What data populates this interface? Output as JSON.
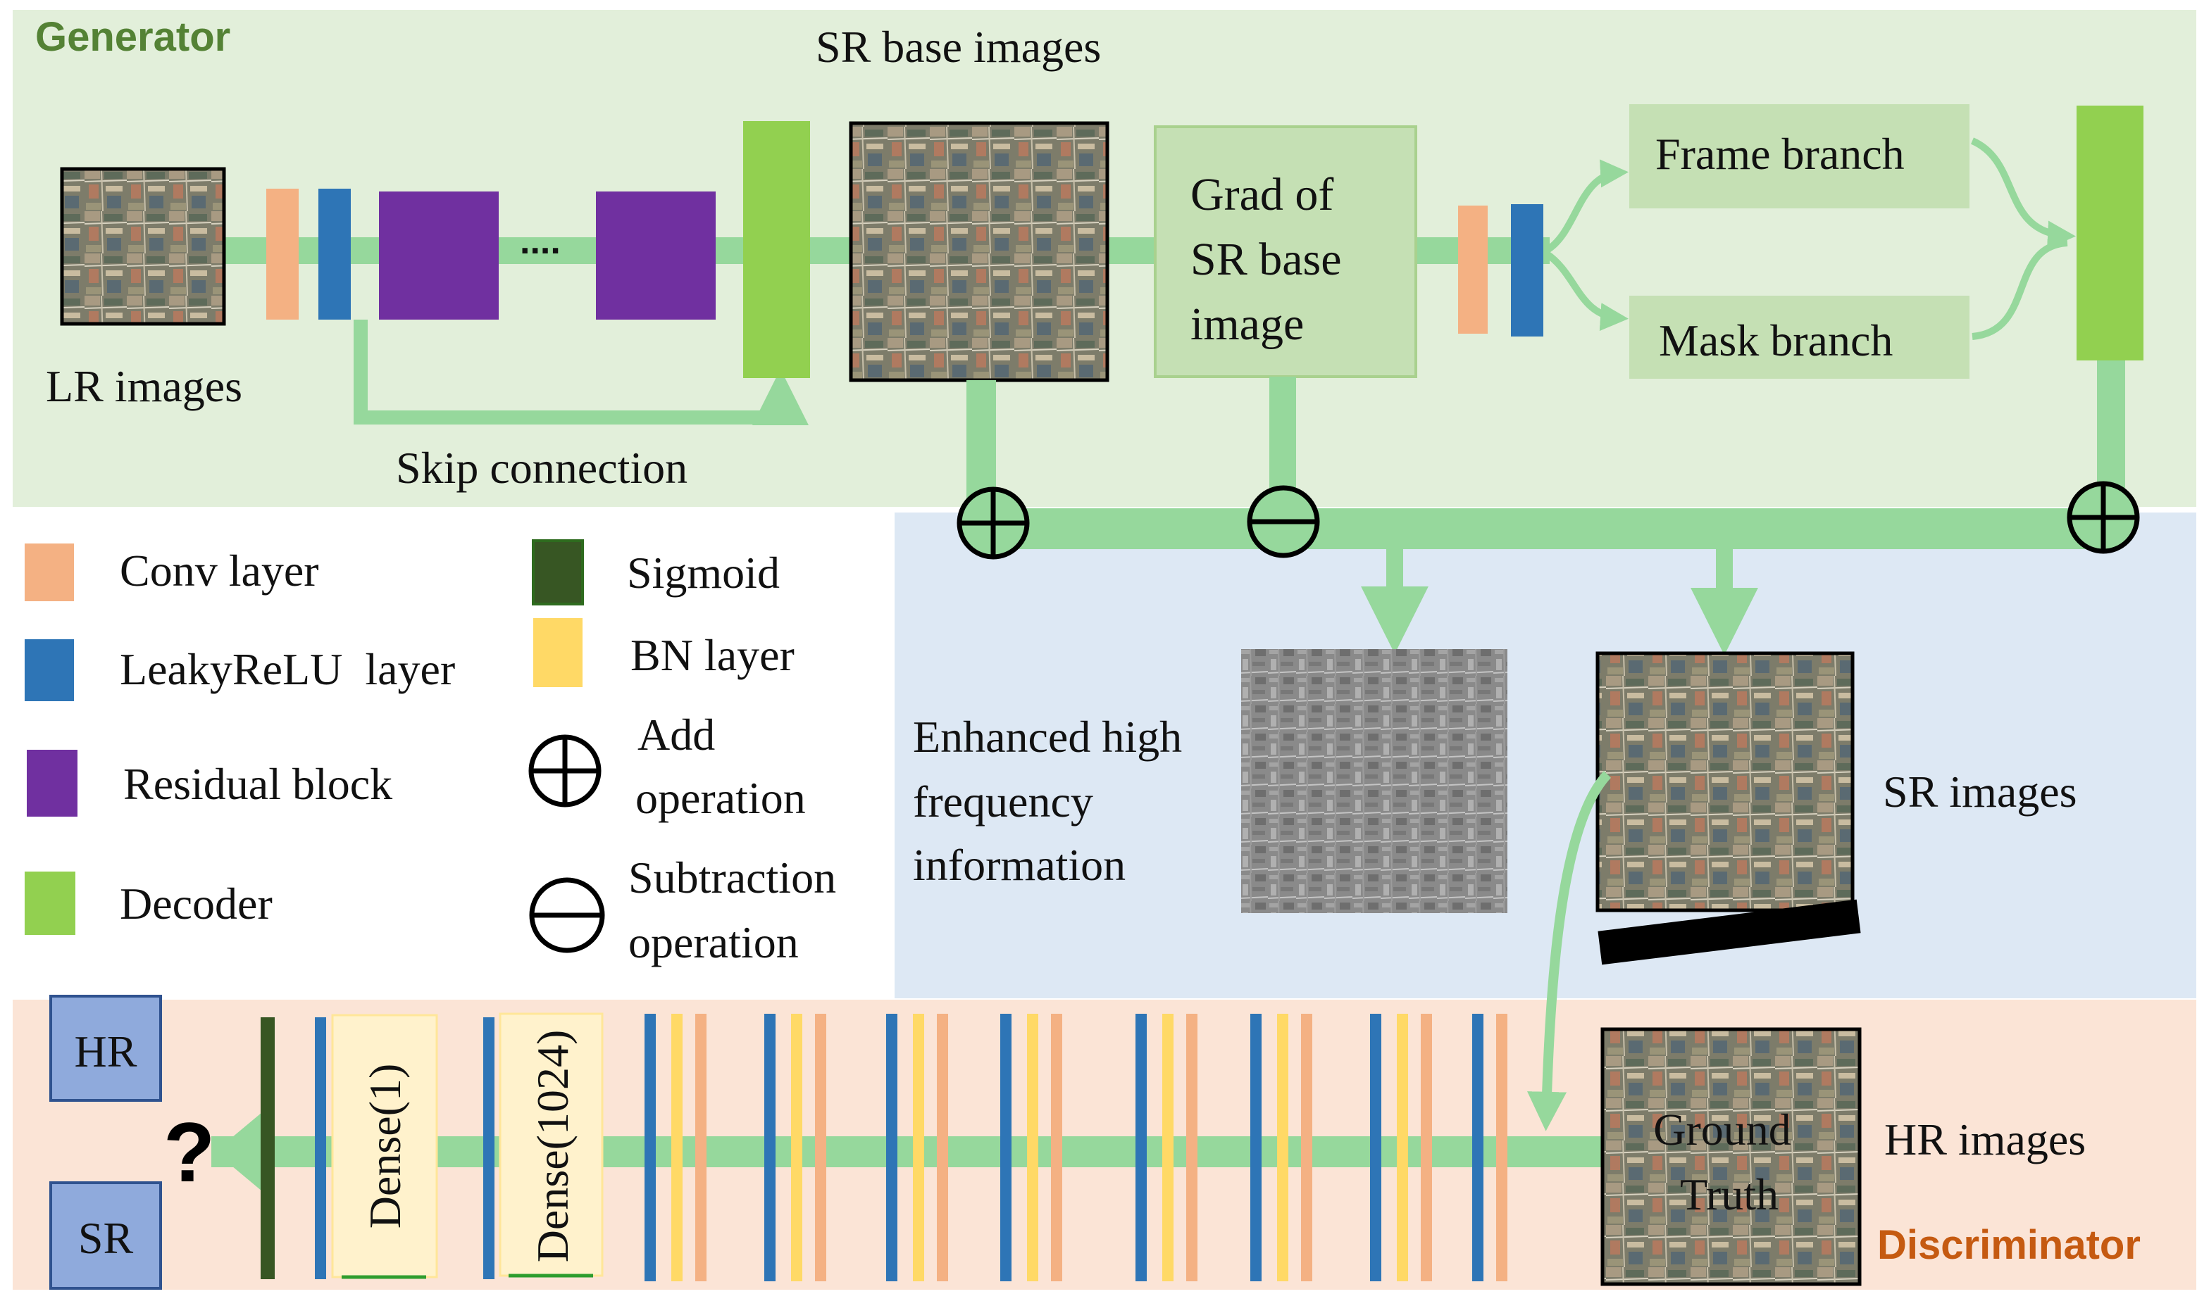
{
  "generator": {
    "title": "Generator",
    "lr_images_label": "LR images",
    "ellipsis": "....",
    "skip_connection_label": "Skip connection",
    "sr_base_images_label": "SR base images",
    "grad_box_lines": [
      "Grad of",
      "SR base",
      "image"
    ],
    "frame_branch_label": "Frame branch",
    "mask_branch_label": "Mask branch"
  },
  "legend": {
    "conv": "Conv layer",
    "leaky": "LeakyReLU  layer",
    "residual": "Residual block",
    "decoder": "Decoder",
    "sigmoid": "Sigmoid",
    "bn": "BN layer",
    "add_lines": [
      "Add",
      "operation"
    ],
    "sub_lines": [
      "Subtraction",
      "operation"
    ]
  },
  "middle": {
    "enhanced_lines": [
      "Enhanced high",
      "frequency",
      "information"
    ],
    "sr_images_label": "SR images"
  },
  "discriminator": {
    "title": "Discriminator",
    "hr_box": "HR",
    "sr_box": "SR",
    "question": "?",
    "dense1": "Dense(1)",
    "dense1024": "Dense(1024)",
    "ground_truth_lines": [
      "Ground",
      "Truth"
    ],
    "hr_images_label": "HR images"
  },
  "colors": {
    "generator_bg": "#e2efda",
    "middle_bg": "#dde8f4",
    "discriminator_bg": "#fbe4d6",
    "flow_green": "#96d89c",
    "conv": "#f4b183",
    "leaky": "#2e75b6",
    "residual": "#7030a0",
    "decoder": "#92d050",
    "sigmoid": "#375623",
    "bn": "#ffd966",
    "title_green": "#548235",
    "title_orange": "#c55a11"
  }
}
